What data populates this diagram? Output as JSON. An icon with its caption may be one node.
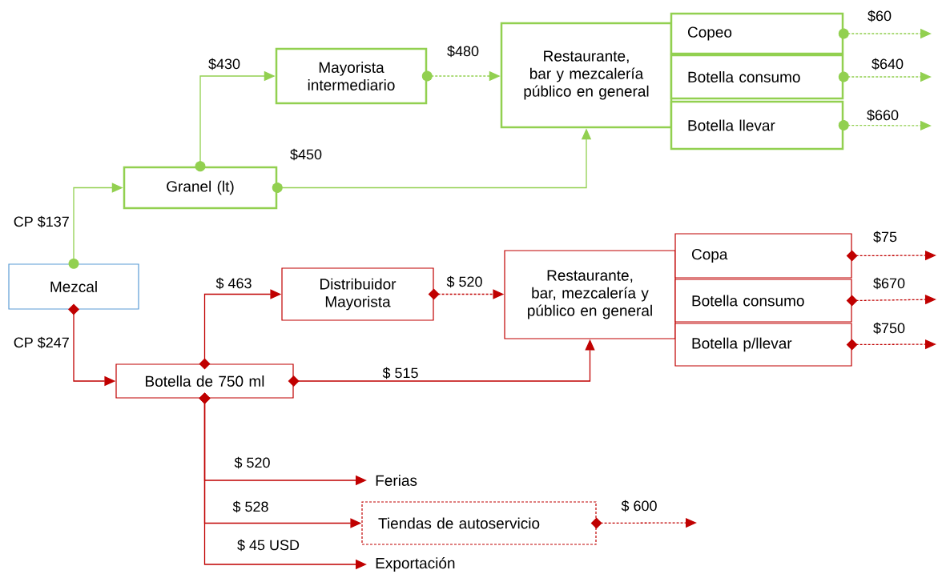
{
  "diagram": {
    "nodes": [
      {
        "text": [
          "Mezcal"
        ]
      },
      {
        "text": [
          "Granel (lt)"
        ]
      },
      {
        "text": [
          "Mayorista intermediario"
        ]
      },
      {
        "text": [
          "Restaurante, bar y mezcalería público en general"
        ]
      },
      {
        "text": [
          "Copeo"
        ]
      },
      {
        "text": [
          "Botella consumo"
        ]
      },
      {
        "text": [
          "Botella llevar"
        ]
      },
      {
        "text": [
          "Botella de 750 ml"
        ]
      },
      {
        "text": [
          "Distribuidor Mayorista"
        ]
      },
      {
        "text": [
          "Restaurante, bar, mezcalería y público en general"
        ]
      },
      {
        "text": [
          "Copa"
        ]
      },
      {
        "text": [
          "Botella consumo"
        ]
      },
      {
        "text": [
          "Botella p/llevar"
        ]
      },
      {
        "text": [
          "Ferias"
        ]
      },
      {
        "text": [
          "Tiendas de autoservicio"
        ]
      },
      {
        "text": [
          "Exportación"
        ]
      }
    ],
    "edges": [
      {
        "from": 0,
        "to": 1,
        "arrow": "to",
        "label": "CP $137",
        "color": "#92d050"
      },
      {
        "from": 1,
        "to": 2,
        "arrow": "to",
        "label": "$430",
        "color": "#92d050"
      },
      {
        "from": 2,
        "to": 3,
        "arrow": "to",
        "label": "$480",
        "color": "#92d050",
        "style": "dashed"
      },
      {
        "from": 1,
        "to": 3,
        "arrow": "to",
        "label": "$450",
        "color": "#92d050"
      },
      {
        "from": 4,
        "to": null,
        "arrow": "to",
        "label": "$60",
        "color": "#92d050",
        "style": "dashed"
      },
      {
        "from": 5,
        "to": null,
        "arrow": "to",
        "label": "$640",
        "color": "#92d050",
        "style": "dashed"
      },
      {
        "from": 6,
        "to": null,
        "arrow": "to",
        "label": "$660",
        "color": "#92d050",
        "style": "dashed"
      },
      {
        "from": 0,
        "to": 7,
        "arrow": "to",
        "label": "CP $247"
      },
      {
        "from": 7,
        "to": 8,
        "arrow": "to",
        "label": "$ 463"
      },
      {
        "from": 8,
        "to": 9,
        "arrow": "to",
        "label": "$ 520",
        "style": "dashed"
      },
      {
        "from": 7,
        "to": 9,
        "arrow": "to",
        "label": "$ 515"
      },
      {
        "from": 10,
        "to": null,
        "arrow": "to",
        "label": "$75",
        "style": "dashed"
      },
      {
        "from": 11,
        "to": null,
        "arrow": "to",
        "label": "$670",
        "style": "dashed"
      },
      {
        "from": 12,
        "to": null,
        "arrow": "to",
        "label": "$750",
        "style": "dashed"
      },
      {
        "from": 7,
        "to": 13,
        "arrow": "to",
        "label": "$ 520"
      },
      {
        "from": 7,
        "to": 14,
        "arrow": "to",
        "label": "$ 528"
      },
      {
        "from": 7,
        "to": 15,
        "arrow": "to",
        "label": "$ 45 USD"
      },
      {
        "from": 14,
        "to": null,
        "arrow": "to",
        "label": "$ 600",
        "style": "dashed"
      }
    ]
  }
}
